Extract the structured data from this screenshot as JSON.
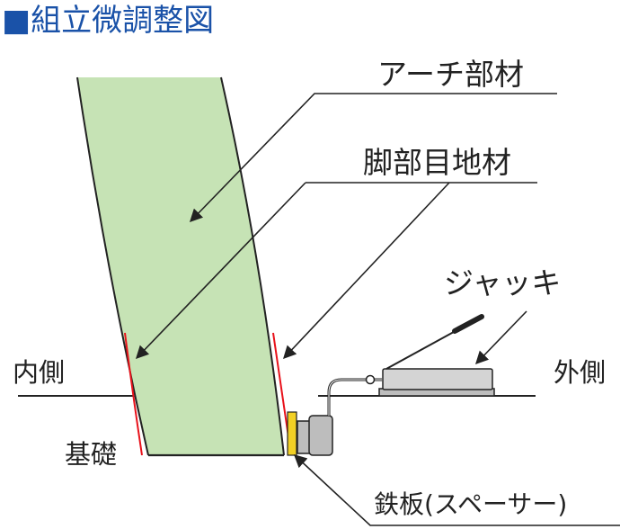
{
  "title": "■組立微調整図",
  "labels": {
    "arch_member": "アーチ部材",
    "foot_joint_material": "脚部目地材",
    "jack": "ジャッキ",
    "inner_side": "内側",
    "outer_side": "外側",
    "foundation": "基礎",
    "steel_plate": "鉄板(スペーサー)"
  },
  "colors": {
    "title_blue": "#1a52a8",
    "arch_fill": "#c6e3b5",
    "joint_red": "#e8121b",
    "spacer_yellow": "#f2d024",
    "jack_gray": "#bdbdbd",
    "line": "#222222"
  },
  "icons": {
    "title_marker": "filled-square-icon",
    "leader_arrow": "arrowhead-icon"
  }
}
